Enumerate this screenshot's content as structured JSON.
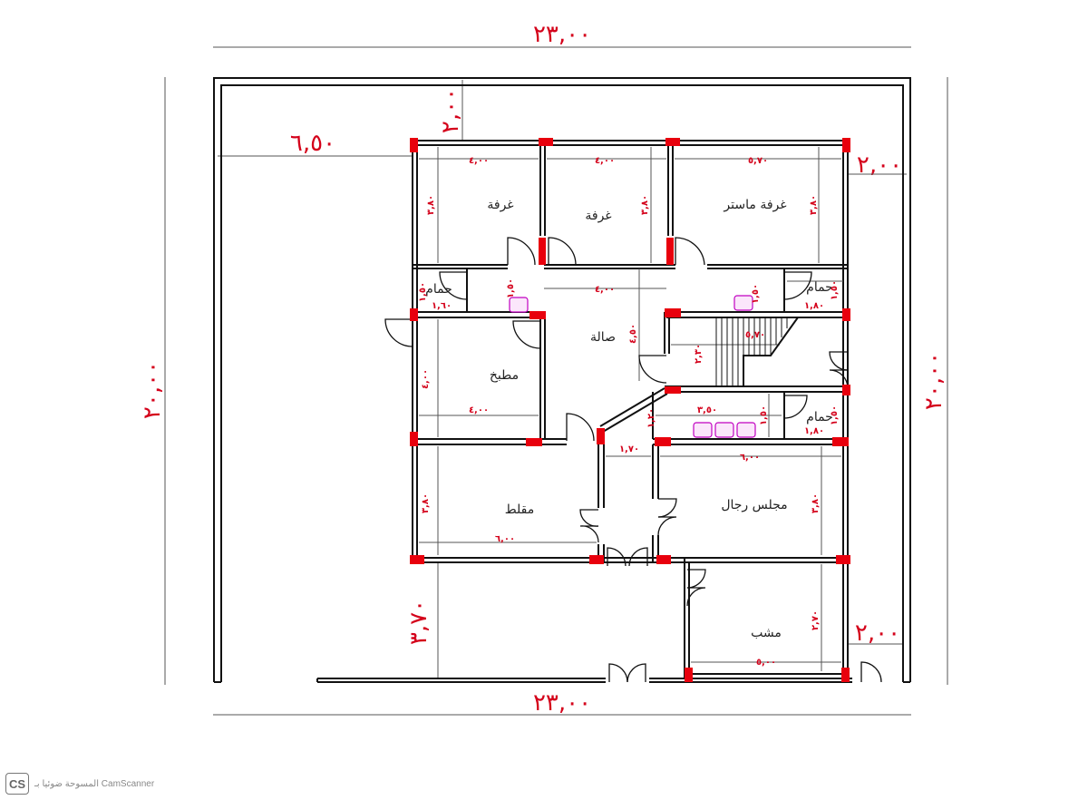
{
  "dimensions": {
    "top_width": "٢٣,٠٠",
    "bottom_width": "٢٣,٠٠",
    "left_height": "٢٠,٠٠",
    "right_height": "٢٠,٠٠",
    "left_setback": "٦,٥٠",
    "top_setback": "٢,٠٠",
    "right_setback": "٢,٠٠",
    "bottom_right_setback": "٢,٠٠",
    "front_yard": "٣,٧٠"
  },
  "rooms": {
    "room1": {
      "label": "غرفة",
      "width": "٤,٠٠",
      "depth": "٣,٨٠"
    },
    "room2": {
      "label": "غرفة",
      "width": "٤,٠٠",
      "depth": "٣,٨٠"
    },
    "master": {
      "label": "غرفة ماستر",
      "width": "٥,٧٠",
      "depth": "٣,٨٠"
    },
    "bath_left": {
      "label": "حمام",
      "width": "١,٦٠",
      "depth": "١,٥٠"
    },
    "bath_right": {
      "label": "حمام",
      "width": "١,٨٠",
      "depth": "١,٥٠"
    },
    "bath_lower": {
      "label": "حمام",
      "width": "١,٨٠",
      "depth": "١,٥٠"
    },
    "hall": {
      "label": "صالة",
      "width": "٤,٠٠",
      "depth": "٤,٥٠",
      "corridor_depth": "١,٥٠"
    },
    "kitchen": {
      "label": "مطبخ",
      "width": "٤,٠٠",
      "depth": "٤,٠٠"
    },
    "stairs": {
      "width": "٥,٧٠",
      "depth": "٢,٣٠"
    },
    "wash_area": {
      "width": "٣,٥٠",
      "depth": "١,٥٠",
      "depth_left": "١,٢٠"
    },
    "entry": {
      "width": "١,٧٠"
    },
    "maqlat": {
      "label": "مقلط",
      "width": "٦,٠٠",
      "depth": "٣,٨٠"
    },
    "men_majlis": {
      "label": "مجلس رجال",
      "width": "٦,٠٠",
      "depth": "٣,٨٠"
    },
    "mashab": {
      "label": "مشب",
      "width": "٥,٠٠",
      "depth": "٢,٧٠"
    }
  },
  "colors": {
    "dimension_red": "#d4001a",
    "column_red": "#e8000d",
    "fixture_magenta": "#c000c0"
  },
  "footer": {
    "logo": "CS",
    "text": "المسوحة ضوئيا بـ CamScanner"
  }
}
